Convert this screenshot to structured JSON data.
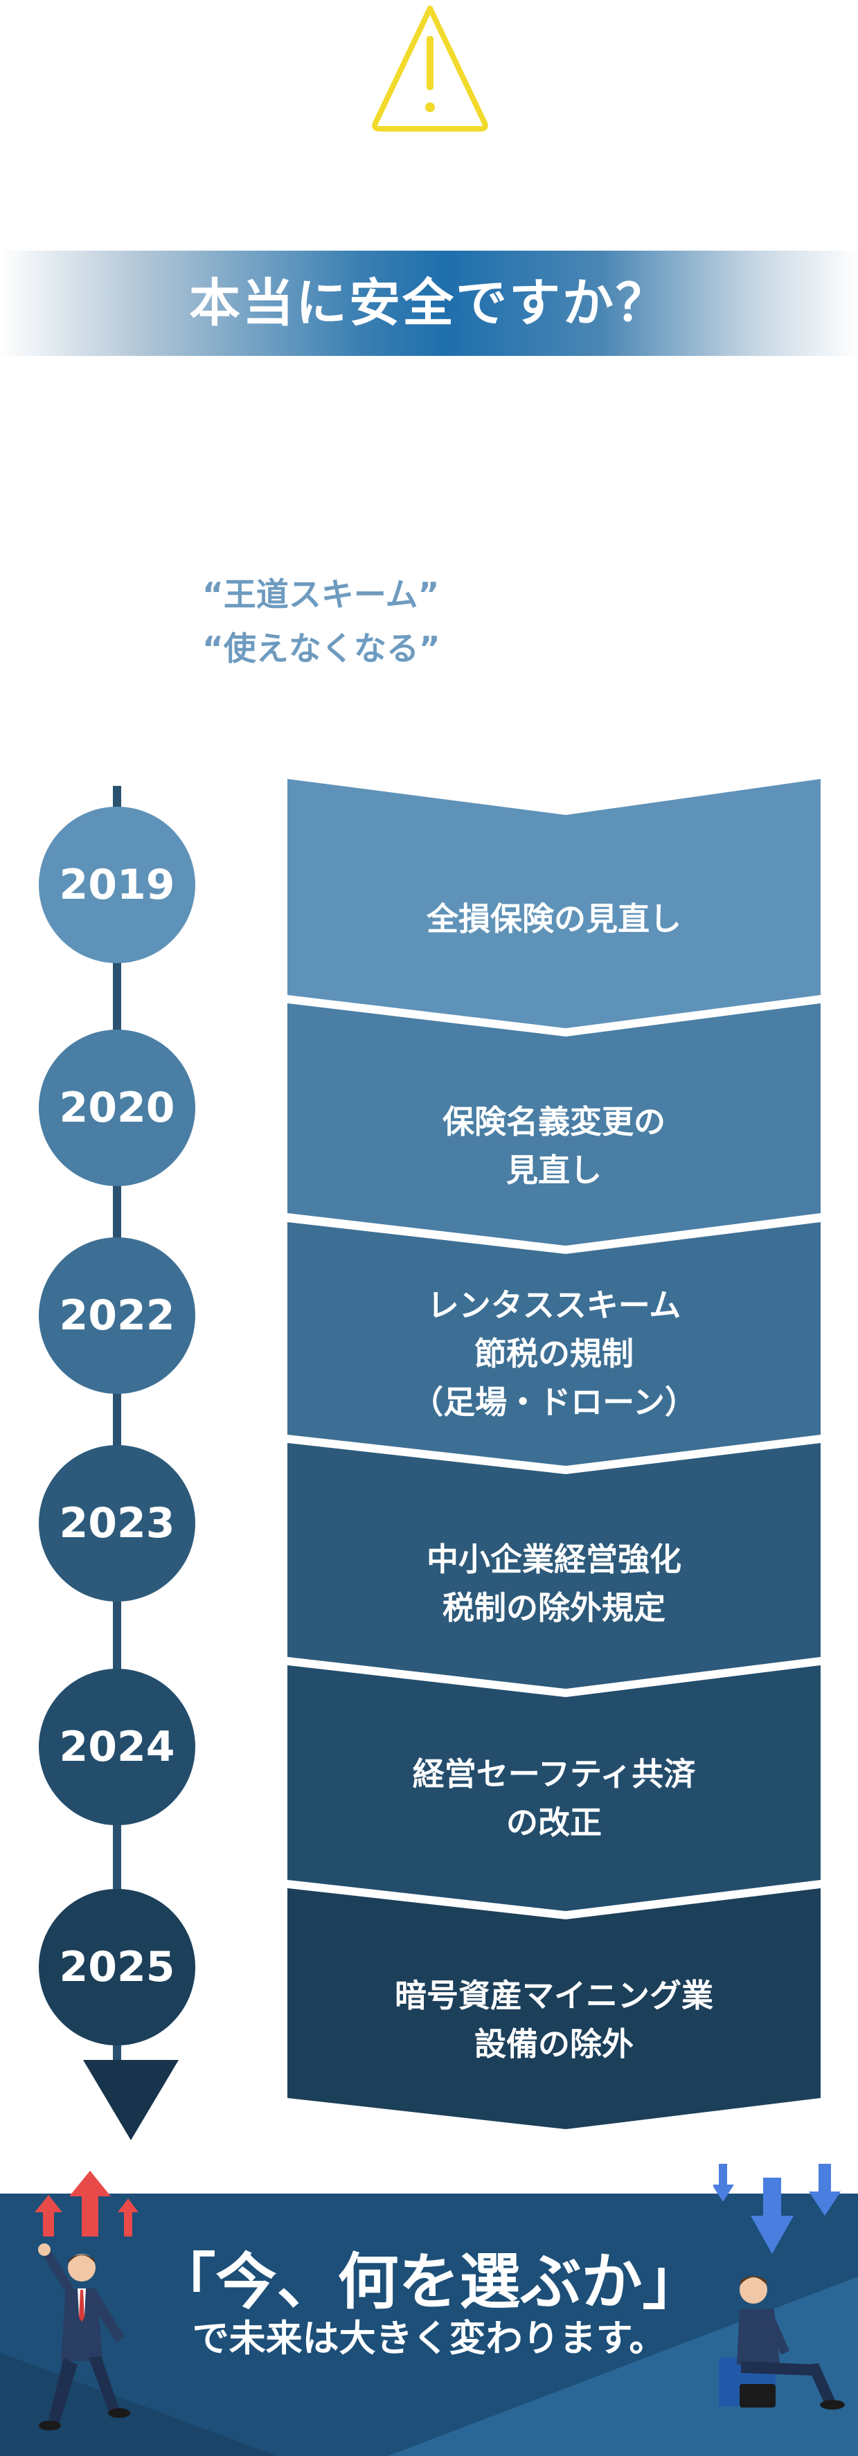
{
  "warning": {
    "icon": "warning-icon",
    "color": "#f2da2c"
  },
  "banner": {
    "title": "本当に安全ですか？"
  },
  "quotes": [
    "“王道スキーム”",
    "“使えなくなる”"
  ],
  "timeline": [
    {
      "year": "2019",
      "text": "全損保険の見直し",
      "color": "#5f92b8"
    },
    {
      "year": "2020",
      "text": "保険名義変更の\n見直し",
      "color": "#4a7ea4"
    },
    {
      "year": "2022",
      "text": "レンタススキーム\n節税の規制\n（足場・ドローン）",
      "color": "#3d6f94"
    },
    {
      "year": "2023",
      "text": "中小企業経営強化\n税制の除外規定",
      "color": "#2d5a7a"
    },
    {
      "year": "2024",
      "text": "経営セーフティ共済\nの改正",
      "color": "#244d6c"
    },
    {
      "year": "2025",
      "text": "暗号資産マイニング業\n設備の除外",
      "color": "#1c3f5a"
    }
  ],
  "footer": {
    "main": "「今、何を選ぶか」",
    "sub": "で未来は大きく変わります。",
    "up_arrow_color": "#e84a4a",
    "down_arrow_color": "#4a7fe0"
  }
}
